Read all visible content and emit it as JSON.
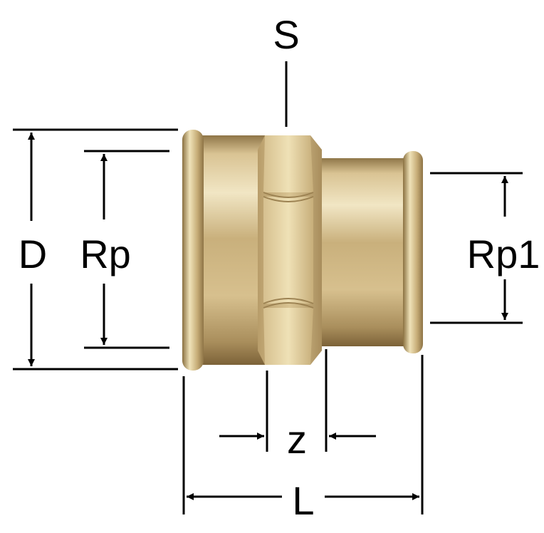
{
  "labels": {
    "s": "S",
    "d": "D",
    "rp": "Rp",
    "rp1": "Rp1",
    "z": "z",
    "l": "L"
  },
  "colors": {
    "line": "#000000",
    "brass_light": "#efe2b8",
    "brass_mid": "#cbb27d",
    "brass_dark": "#8a7040",
    "background": "#ffffff"
  }
}
